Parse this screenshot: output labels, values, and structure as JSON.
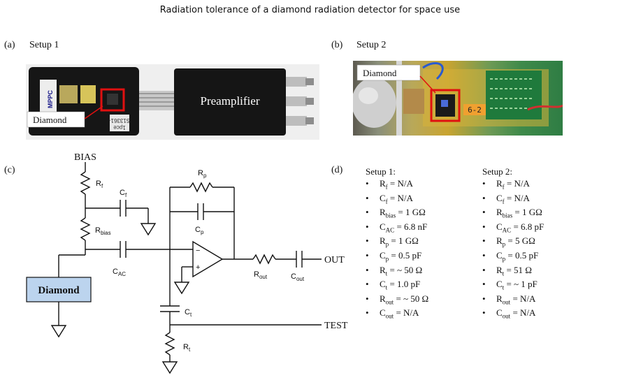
{
  "figure": {
    "title": "Radiation tolerance of a diamond radiation detector for space use"
  },
  "panel_a": {
    "label": "(a)",
    "title": "Setup 1",
    "preamp_label": "Preamplifier",
    "diamond_callout": "Diamond",
    "sticker_text": "MPPC",
    "serial_text": "S13361-",
    "serial_text2": "1pce"
  },
  "panel_b": {
    "label": "(b)",
    "title": "Setup 2",
    "diamond_callout": "Diamond",
    "board_tag": "6-2"
  },
  "panel_c": {
    "label": "(c)",
    "bias": "BIAS",
    "diamond_box": "Diamond",
    "out": "OUT",
    "test": "TEST",
    "r_f": "R",
    "r_f_sub": "f",
    "c_f": "C",
    "c_f_sub": "f",
    "r_bias": "R",
    "r_bias_sub": "bias",
    "c_ac": "C",
    "c_ac_sub": "AC",
    "r_p": "R",
    "r_p_sub": "p",
    "c_p": "C",
    "c_p_sub": "p",
    "c_t": "C",
    "c_t_sub": "t",
    "r_t": "R",
    "r_t_sub": "t",
    "r_out": "R",
    "r_out_sub": "out",
    "c_out": "C",
    "c_out_sub": "out",
    "opamp_minus": "−",
    "opamp_plus": "+"
  },
  "panel_d": {
    "label": "(d)",
    "setup1": {
      "header": "Setup 1:",
      "items": [
        {
          "sym": "R",
          "sub": "f",
          "val": " =  N/A"
        },
        {
          "sym": "C",
          "sub": "f",
          "val": " =  N/A"
        },
        {
          "sym": "R",
          "sub": "bias",
          "val": " = 1 GΩ"
        },
        {
          "sym": "C",
          "sub": "AC",
          "val": " = 6.8 nF"
        },
        {
          "sym": "R",
          "sub": "p",
          "val": " = 1 GΩ"
        },
        {
          "sym": "C",
          "sub": "p",
          "val": " = 0.5 pF"
        },
        {
          "sym": "R",
          "sub": "t",
          "val": " = ~ 50 Ω"
        },
        {
          "sym": "C",
          "sub": "t",
          "val": " = 1.0 pF"
        },
        {
          "sym": "R",
          "sub": "out",
          "val": " = ~ 50 Ω"
        },
        {
          "sym": "C",
          "sub": "out",
          "val": " = N/A"
        }
      ]
    },
    "setup2": {
      "header": "Setup 2:",
      "items": [
        {
          "sym": "R",
          "sub": "f",
          "val": " =  N/A"
        },
        {
          "sym": "C",
          "sub": "f",
          "val": " =  N/A"
        },
        {
          "sym": "R",
          "sub": "bias",
          "val": " = 1 GΩ"
        },
        {
          "sym": "C",
          "sub": "AC",
          "val": " = 6.8 pF"
        },
        {
          "sym": "R",
          "sub": "p",
          "val": " = 5 GΩ"
        },
        {
          "sym": "C",
          "sub": "p",
          "val": " = 0.5 pF"
        },
        {
          "sym": "R",
          "sub": "t",
          "val": " = 51 Ω"
        },
        {
          "sym": "C",
          "sub": "t",
          "val": " = ~ 1 pF"
        },
        {
          "sym": "R",
          "sub": "out",
          "val": " = N/A"
        },
        {
          "sym": "C",
          "sub": "out",
          "val": " = N/A"
        }
      ]
    }
  },
  "colors": {
    "diamond_box_fill": "#bcd4ee",
    "highlight_red": "#e01010",
    "wire": "#111111"
  }
}
